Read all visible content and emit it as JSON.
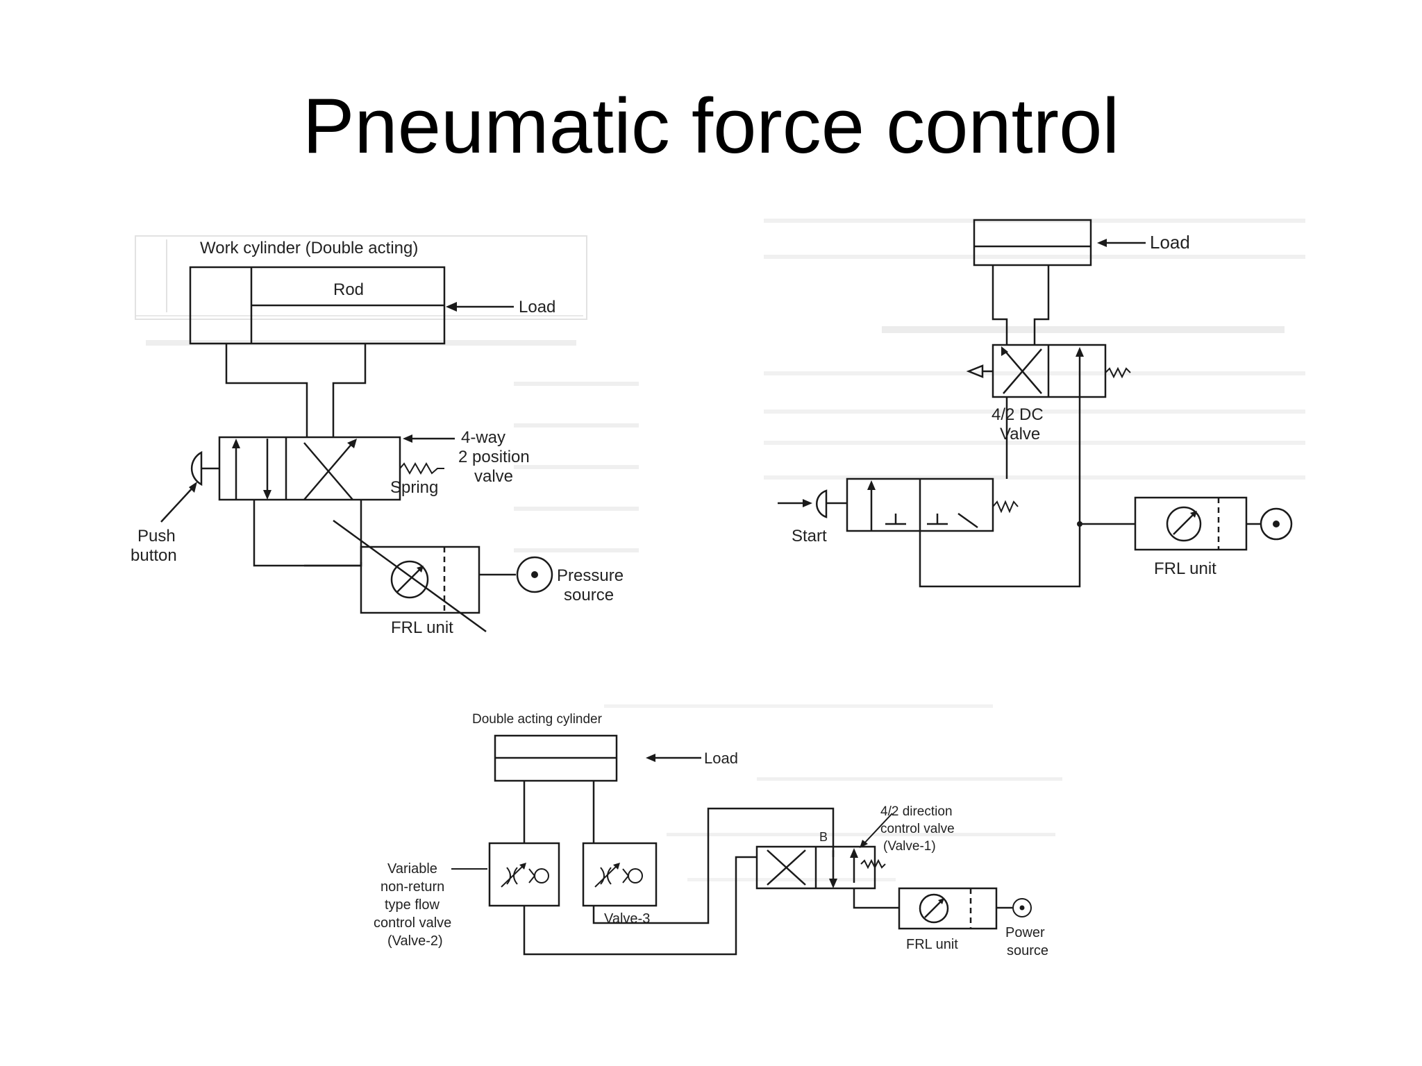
{
  "title": "Pneumatic force control",
  "diagram1": {
    "cylinder": "Work cylinder (Double acting)",
    "rod": "Rod",
    "load": "Load",
    "valve_l1": "4-way",
    "valve_l2": "2 position",
    "valve_l3": "valve",
    "spring": "Spring",
    "push_l1": "Push",
    "push_l2": "button",
    "pressure_l1": "Pressure",
    "pressure_l2": "source",
    "frl": "FRL unit"
  },
  "diagram2": {
    "load": "Load",
    "valve_l1": "4/2 DC",
    "valve_l2": "Valve",
    "start": "Start",
    "frl": "FRL unit"
  },
  "diagram3": {
    "cylinder": "Double acting cylinder",
    "load": "Load",
    "dir_l1": "4/2 direction",
    "dir_l2": "control valve",
    "dir_l3": "(Valve-1)",
    "port_b": "B",
    "flow_l1": "Variable",
    "flow_l2": "non-return",
    "flow_l3": "type flow",
    "flow_l4": "control valve",
    "flow_l5": "(Valve-2)",
    "valve3": "Valve-3",
    "frl": "FRL unit",
    "power_l1": "Power",
    "power_l2": "source"
  }
}
